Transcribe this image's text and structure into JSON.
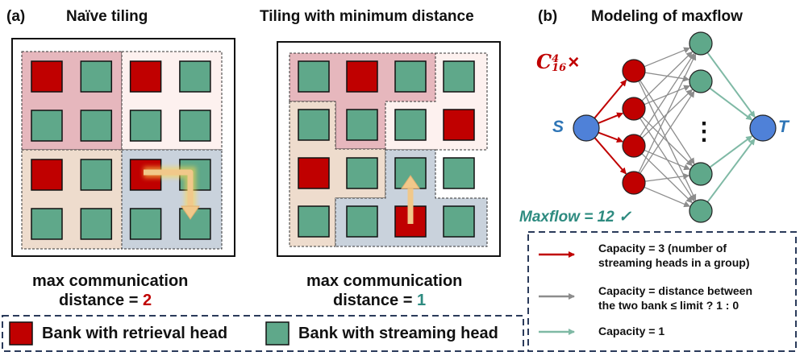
{
  "panel_a": {
    "tag": "(a)",
    "title_left": "Naïve tiling",
    "title_right": "Tiling with minimum distance",
    "left_caption_line1": "max communication",
    "left_caption_line2_prefix": "distance = ",
    "left_caption_value": "2",
    "right_caption_line1": "max communication",
    "right_caption_line2_prefix": "distance = ",
    "right_caption_value": "1"
  },
  "panel_b": {
    "tag": "(b)",
    "title": "Modeling of maxflow",
    "combination_base": "C",
    "combination_sup": "4",
    "combination_sub": "16",
    "combination_times": "×",
    "source_label": "S",
    "sink_label": "T",
    "ellipsis": "⋮",
    "maxflow_label": "Maxflow = 12 ✓",
    "legend": {
      "red_line1": "Capacity = 3 (number of",
      "red_line2": "streaming heads in a group)",
      "gray_line1": "Capacity = distance between",
      "gray_line2": "the two bank ≤ limit ? 1 : 0",
      "teal_line1": "Capacity = 1"
    }
  },
  "bottom_legend": {
    "retrieval_label": "Bank with retrieval head",
    "streaming_label": "Bank with streaming head"
  },
  "colors": {
    "retrieval": "#c00000",
    "streaming": "#5fa88a",
    "node_red": "#c00000",
    "node_teal": "#5fa88a",
    "node_blue": "#4f81d8",
    "edge_red": "#c00000",
    "edge_gray": "#8c8c8c",
    "edge_teal": "#7fb9a5",
    "accent_red": "#c00000",
    "accent_teal": "#2e8b80",
    "accent_blue": "#2e75b6",
    "dash_navy": "#2a3a5a"
  },
  "grids": {
    "naive": [
      [
        "R",
        "S",
        "R",
        "S"
      ],
      [
        "S",
        "S",
        "S",
        "S"
      ],
      [
        "R",
        "S",
        "R",
        "S"
      ],
      [
        "S",
        "S",
        "S",
        "S"
      ]
    ],
    "minimum": [
      [
        "S",
        "R",
        "S",
        "S"
      ],
      [
        "S",
        "S",
        "S",
        "R"
      ],
      [
        "R",
        "S",
        "S",
        "S"
      ],
      [
        "S",
        "S",
        "R",
        "S"
      ]
    ]
  }
}
